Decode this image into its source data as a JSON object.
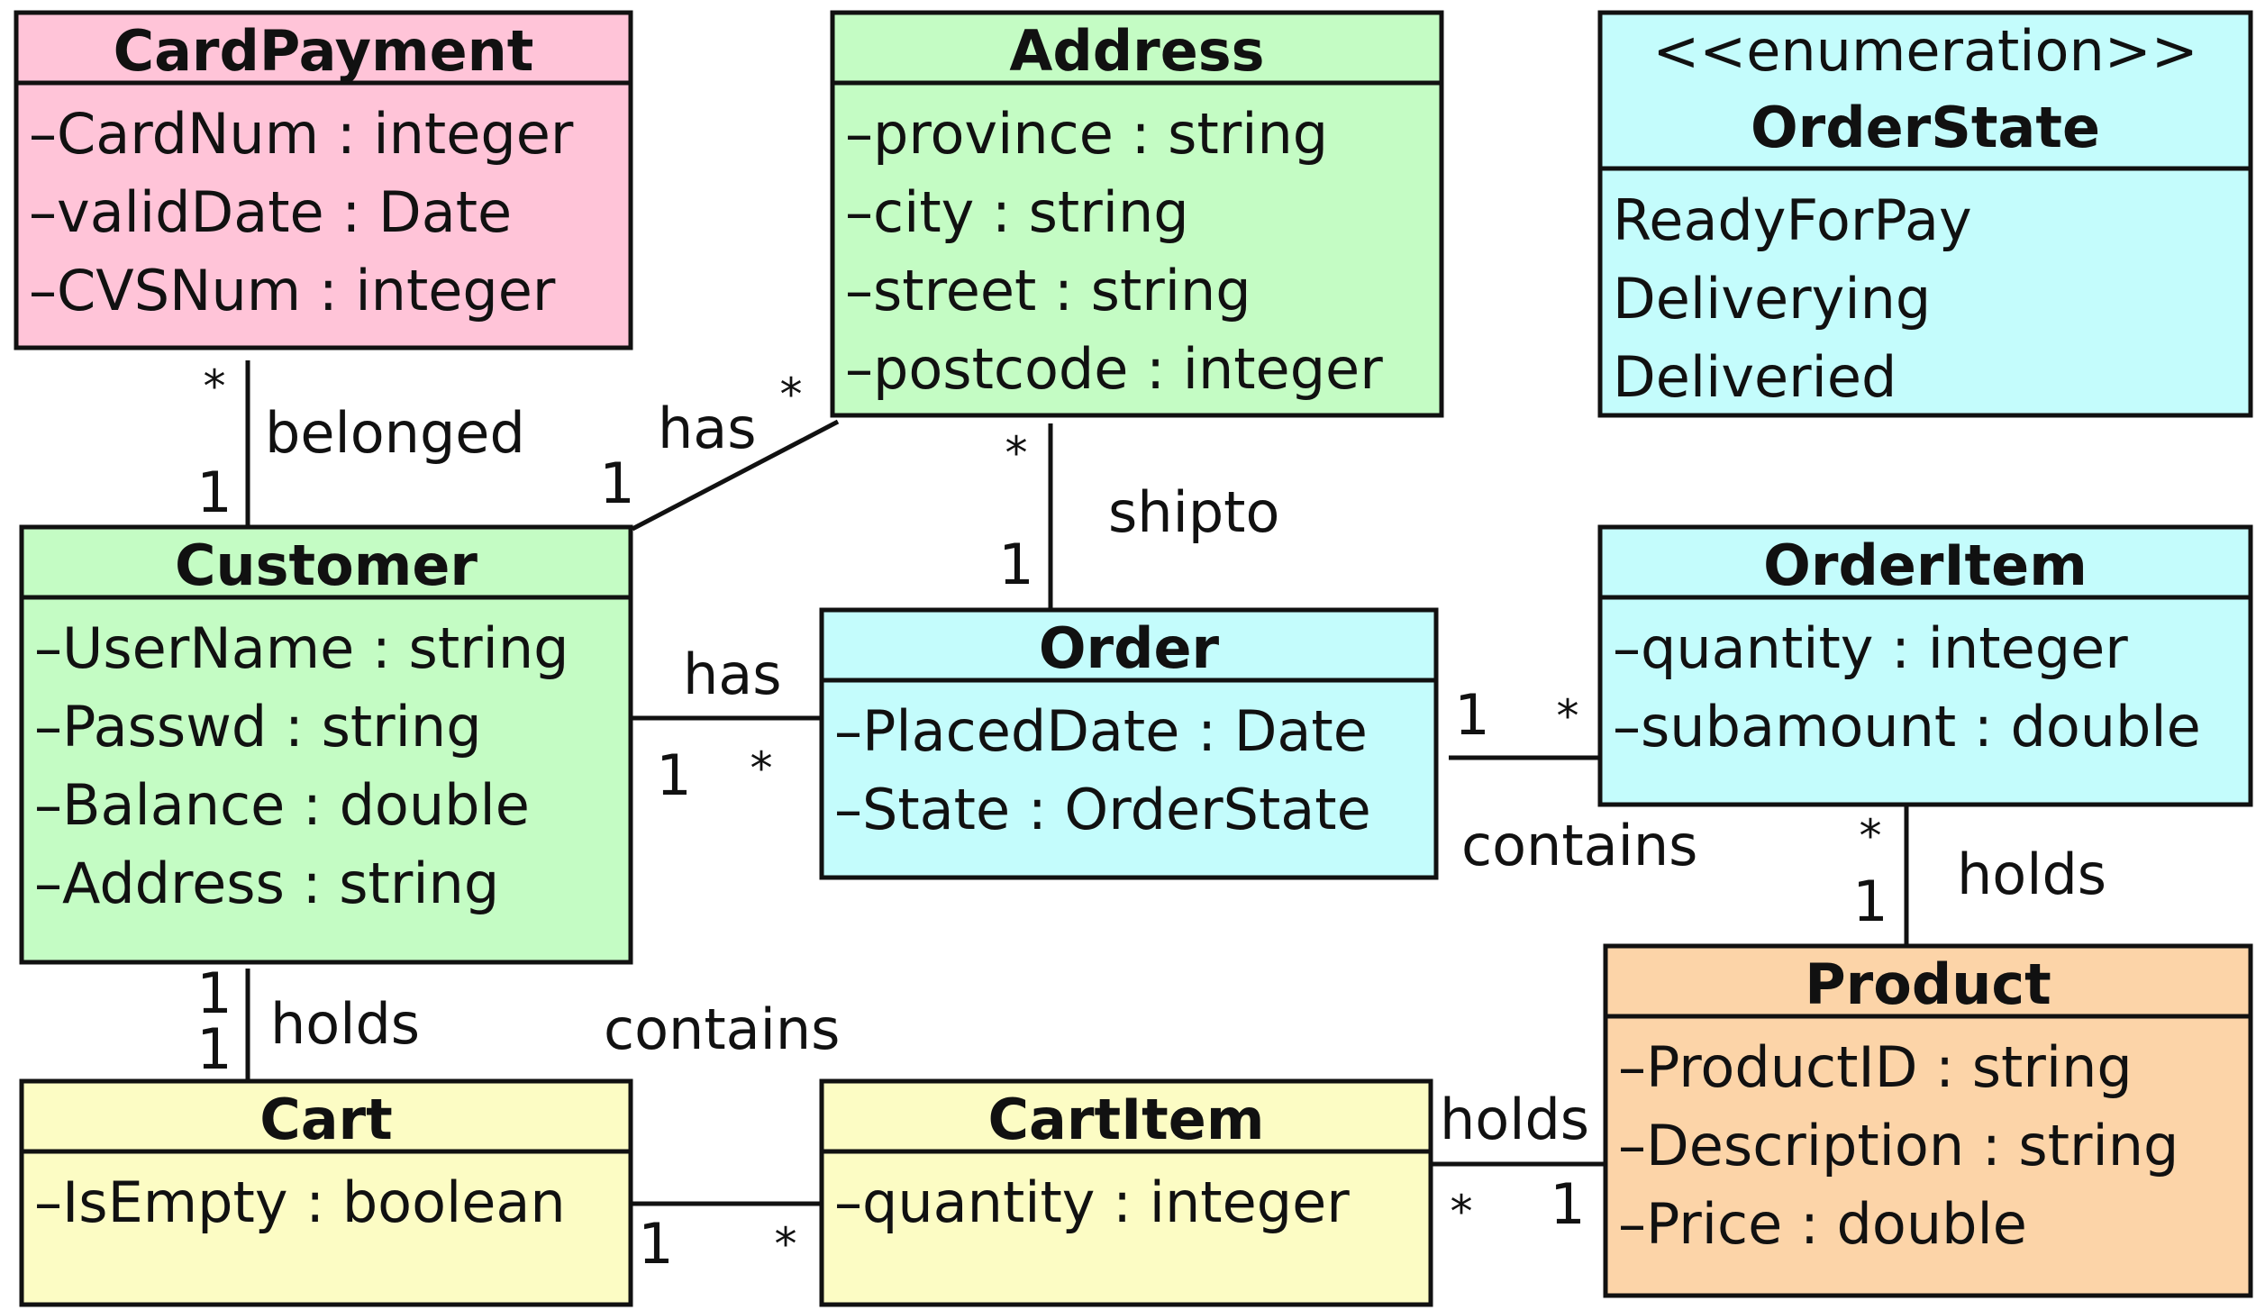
{
  "colors": {
    "pink": "#ffc4d8",
    "green": "#c4fcc4",
    "cyan": "#c4fcfc",
    "yellow": "#fcfcc4",
    "orange": "#fcd4a8",
    "line": "#111111"
  },
  "classes": {
    "cardpayment": {
      "name": "CardPayment",
      "attributes": [
        "–CardNum : integer",
        "–validDate : Date",
        "–CVSNum : integer"
      ]
    },
    "address": {
      "name": "Address",
      "attributes": [
        "–province : string",
        "–city : string",
        "–street : string",
        "–postcode : integer"
      ]
    },
    "orderstate": {
      "stereotype": "<<enumeration>>",
      "name": "OrderState",
      "literals": [
        "ReadyForPay",
        "Deliverying",
        "Deliveried"
      ]
    },
    "customer": {
      "name": "Customer",
      "attributes": [
        "–UserName : string",
        "–Passwd : string",
        "–Balance : double",
        "–Address : string"
      ]
    },
    "order": {
      "name": "Order",
      "attributes": [
        "–PlacedDate : Date",
        "–State : OrderState"
      ]
    },
    "orderitem": {
      "name": "OrderItem",
      "attributes": [
        "–quantity : integer",
        "–subamount : double"
      ]
    },
    "product": {
      "name": "Product",
      "attributes": [
        "–ProductID : string",
        "–Description : string",
        "–Price : double"
      ]
    },
    "cart": {
      "name": "Cart",
      "attributes": [
        "–IsEmpty : boolean"
      ]
    },
    "cartitem": {
      "name": "CartItem",
      "attributes": [
        "–quantity : integer"
      ]
    }
  },
  "associations": {
    "cardpayment_customer": {
      "label": "belonged",
      "mult_a": "*",
      "mult_b": "1"
    },
    "customer_address": {
      "label": "has",
      "mult_a": "1",
      "mult_b": "*"
    },
    "address_order": {
      "label": "shipto",
      "mult_a": "*",
      "mult_b": "1"
    },
    "customer_order": {
      "label": "has",
      "mult_a": "1",
      "mult_b": "*"
    },
    "order_orderitem": {
      "label": "contains",
      "mult_a": "1",
      "mult_b": "*"
    },
    "orderitem_product": {
      "label": "holds",
      "mult_a": "*",
      "mult_b": "1"
    },
    "customer_cart": {
      "label": "holds",
      "mult_a": "1",
      "mult_b": "1"
    },
    "cart_cartitem": {
      "label": "contains",
      "mult_a": "1",
      "mult_b": "*"
    },
    "cartitem_product": {
      "label": "holds",
      "mult_a": "*",
      "mult_b": "1"
    }
  }
}
